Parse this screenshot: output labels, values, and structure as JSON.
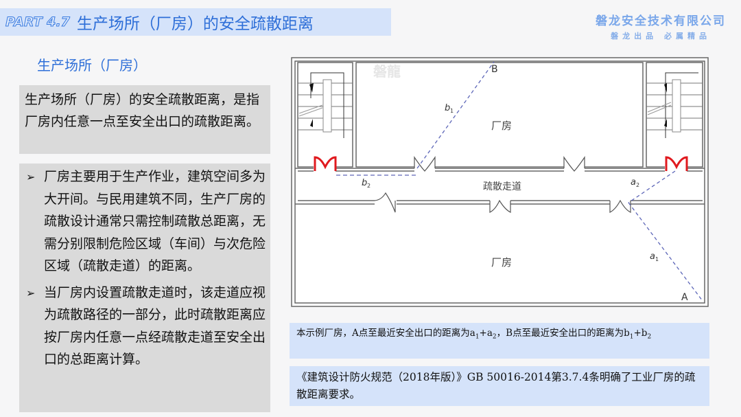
{
  "header": {
    "part_label": "PART 4.7",
    "title": "生产场所（厂房）的安全疏散距离"
  },
  "company": {
    "name": "磐龙安全技术有限公司",
    "slogan": "磐龙出品 必属精品"
  },
  "subtitle": "生产场所（厂房）",
  "definition": "生产场所（厂房）的安全疏散距离，是指厂房内任意一点至安全出口的疏散距离。",
  "bullets": [
    {
      "icon": "arrow-bullet-icon",
      "glyph": "➢",
      "text": "厂房主要用于生产作业，建筑空间多为大开间。与民用建筑不同，生产厂房的疏散设计通常只需控制疏散总距离，无需分别限制危险区域（车间）与次危险区域（疏散走道）的距离。"
    },
    {
      "icon": "arrow-bullet-icon",
      "glyph": "➢",
      "text": "当厂房内设置疏散走道时，该走道应视为疏散路径的一部分，此时疏散距离应按厂房内任意一点经疏散走道至安全出口的总距离计算。"
    }
  ],
  "diagram": {
    "watermark": "磐龍",
    "room_upper_label": "厂房",
    "room_lower_label": "厂房",
    "corridor_label": "疏散走道",
    "point_a": "A",
    "point_b": "B",
    "label_a1": "a",
    "label_a1_sub": "1",
    "label_a2": "a",
    "label_a2_sub": "2",
    "label_b1": "b",
    "label_b1_sub": "1",
    "label_b2": "b",
    "label_b2_sub": "2",
    "colors": {
      "wall": "#555555",
      "safe_exit_door": "#e0191e",
      "path_dash": "#5d66b8"
    }
  },
  "note": {
    "prefix": "本示例厂房，A点至最近安全出口的距离为",
    "a_expr_a1": "a",
    "a_expr_a1_sub": "1",
    "a_expr_plus": "+a",
    "a_expr_a2_sub": "2",
    "middle": "，B点至最近安全出口的距离为",
    "b_expr_b1": "b",
    "b_expr_b1_sub": "1",
    "b_expr_plus": "+b",
    "b_expr_b2_sub": "2"
  },
  "reference": "《建筑设计防火规范（2018年版）》GB 50016-2014第3.7.4条明确了工业厂房的疏散距离要求。"
}
